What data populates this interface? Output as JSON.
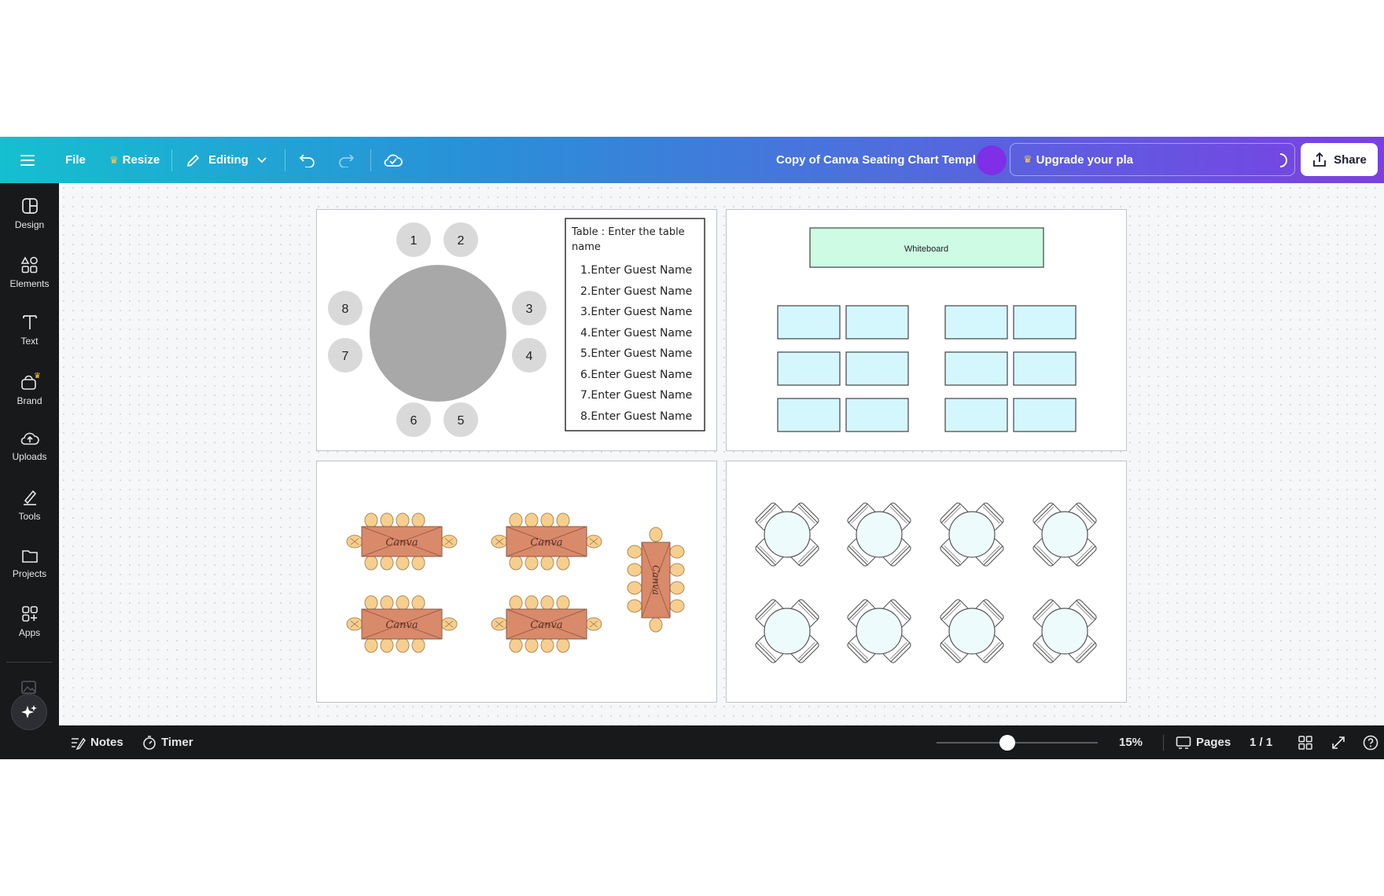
{
  "topbar": {
    "menu_icon": "hamburger-icon",
    "file": "File",
    "resize": "Resize",
    "editing": "Editing",
    "title": "Copy of Canva Seating Chart Templa",
    "upgrade": "Upgrade your pla",
    "share": "Share"
  },
  "sidebar": {
    "items": [
      {
        "label": "Design",
        "icon": "design-icon"
      },
      {
        "label": "Elements",
        "icon": "elements-icon"
      },
      {
        "label": "Text",
        "icon": "text-icon"
      },
      {
        "label": "Brand",
        "icon": "brand-icon"
      },
      {
        "label": "Uploads",
        "icon": "uploads-icon"
      },
      {
        "label": "Tools",
        "icon": "tools-icon"
      },
      {
        "label": "Projects",
        "icon": "projects-icon"
      },
      {
        "label": "Apps",
        "icon": "apps-icon"
      }
    ]
  },
  "design": {
    "round_table": {
      "seats": [
        "1",
        "2",
        "3",
        "4",
        "5",
        "6",
        "7",
        "8"
      ],
      "card_title": "Table : Enter the table",
      "card_title2": "name",
      "guests": [
        "1.Enter Guest Name",
        "2.Enter Guest Name",
        "3.Enter Guest Name",
        "4.Enter Guest Name",
        "5.Enter Guest Name",
        "6.Enter Guest Name",
        "7.Enter Guest Name",
        "8.Enter Guest Name"
      ]
    },
    "classroom": {
      "whiteboard": "Whiteboard"
    },
    "banquet": {
      "logo_text": "Canva"
    }
  },
  "bottombar": {
    "notes": "Notes",
    "timer": "Timer",
    "zoom": "15%",
    "zoom_level": 0.44,
    "pages": "Pages",
    "page_count": "1 / 1"
  },
  "colors": {
    "seat_grey": "#d9d9d9",
    "table_grey": "#a8a8a8",
    "whiteboard": "#cdfbe3",
    "desk": "#d4f7fd",
    "banquet_table": "#d98a6b",
    "banquet_chair": "#f6cf8e"
  }
}
